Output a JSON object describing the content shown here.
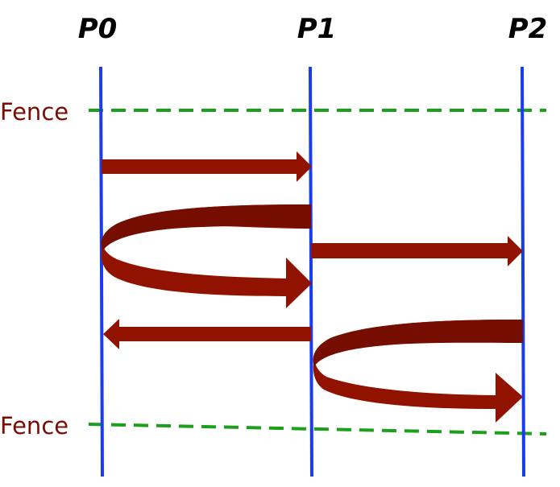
{
  "processes": [
    {
      "label": "P0"
    },
    {
      "label": "P1"
    },
    {
      "label": "P2"
    }
  ],
  "fences": [
    {
      "label": "Fence"
    },
    {
      "label": "Fence"
    }
  ],
  "colors": {
    "process_line": "#1a3cf0",
    "fence_line": "#1aa01a",
    "fence_text": "#7a0c02",
    "arrow_fill": "#921200",
    "arrow_dark": "#750d00"
  },
  "messages": [
    {
      "type": "straight",
      "from": "P0",
      "to": "P1"
    },
    {
      "type": "loop",
      "from": "P1",
      "to": "P1",
      "via": "P0"
    },
    {
      "type": "straight",
      "from": "P1",
      "to": "P2"
    },
    {
      "type": "straight",
      "from": "P1",
      "to": "P0"
    },
    {
      "type": "loop",
      "from": "P2",
      "to": "P2",
      "via": "P1"
    }
  ]
}
